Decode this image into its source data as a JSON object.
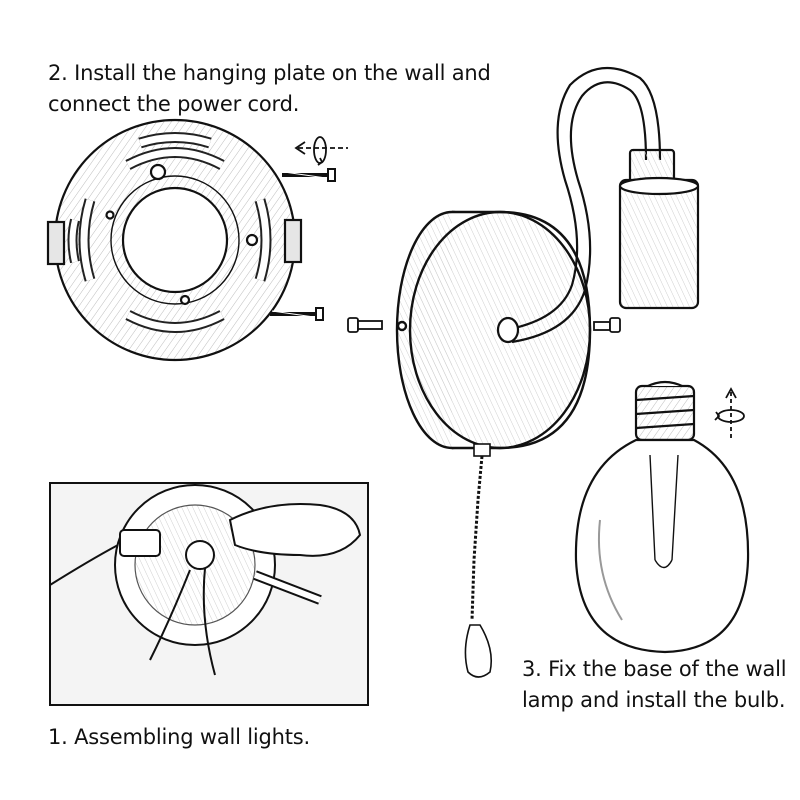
{
  "steps": {
    "step2": {
      "line1": "2. Install the hanging plate on the wall and",
      "line2": "connect the power cord."
    },
    "step1": {
      "line1": "1. Assembling wall lights."
    },
    "step3": {
      "line1": "3. Fix the base of the wall",
      "line2": "lamp and install the bulb."
    }
  },
  "colors": {
    "ink": "#111111",
    "paper": "#ffffff",
    "shade": "#d9d9d9"
  }
}
